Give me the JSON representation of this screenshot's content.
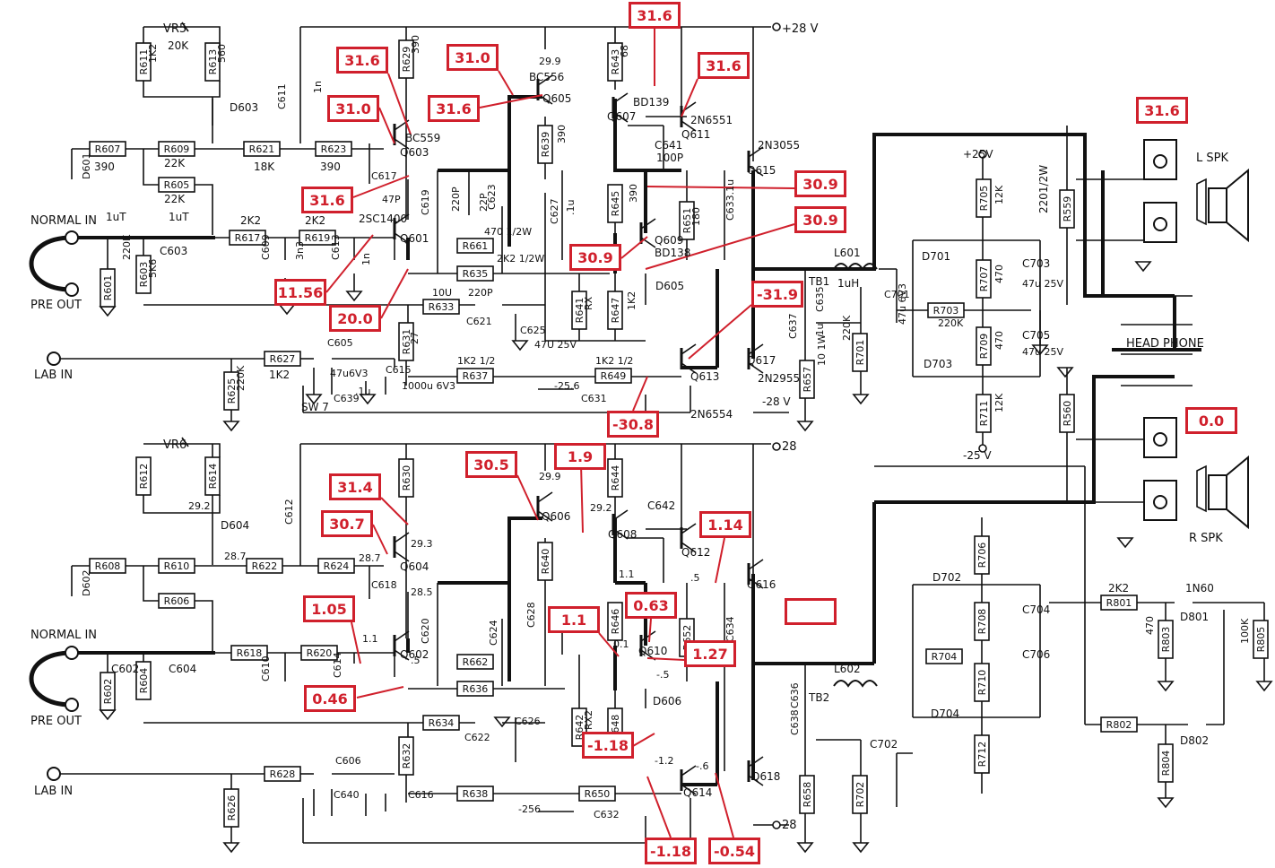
{
  "annotation_color": "#d0202c",
  "labels": {
    "normal_in_l": "NORMAL IN",
    "normal_in_r": "NORMAL IN",
    "pre_out_l": "PRE OUT",
    "pre_out_r": "PRE OUT",
    "lab_in_l": "LAB IN",
    "lab_in_r": "LAB IN",
    "head_phone": "HEAD PHONE",
    "l_spk": "L SPK",
    "r_spk": "R SPK",
    "sw7": "SW 7",
    "plus28v": "+28 V",
    "plus28": "28",
    "minus28v": "-28 V",
    "minus28": "28",
    "plus25v": "+25V",
    "minus25v": "-25 V",
    "tb1": "TB1",
    "tb2": "TB2",
    "l601": "L601",
    "l601_val": "1uH",
    "l602": "L602",
    "r2201": "2201/2W"
  },
  "resistors": [
    {
      "id": "r611",
      "label": "R611"
    },
    {
      "id": "r613",
      "label": "R613"
    },
    {
      "id": "r629",
      "label": "R629"
    },
    {
      "id": "r643",
      "label": "R643"
    },
    {
      "id": "r607",
      "label": "R607"
    },
    {
      "id": "r609",
      "label": "R609"
    },
    {
      "id": "r621",
      "label": "R621"
    },
    {
      "id": "r623",
      "label": "R623"
    },
    {
      "id": "r605",
      "label": "R605"
    },
    {
      "id": "r617",
      "label": "R617"
    },
    {
      "id": "r619",
      "label": "R619"
    },
    {
      "id": "r601",
      "label": "R601"
    },
    {
      "id": "r603",
      "label": "R603"
    },
    {
      "id": "r639",
      "label": "R639"
    },
    {
      "id": "r645",
      "label": "R645"
    },
    {
      "id": "r651",
      "label": "R651"
    },
    {
      "id": "r661",
      "label": "R661"
    },
    {
      "id": "r635",
      "label": "R635"
    },
    {
      "id": "r633",
      "label": "R633"
    },
    {
      "id": "r641",
      "label": "R641"
    },
    {
      "id": "r647",
      "label": "R647"
    },
    {
      "id": "r631",
      "label": "R631"
    },
    {
      "id": "r627",
      "label": "R627"
    },
    {
      "id": "r625",
      "label": "R625"
    },
    {
      "id": "r637",
      "label": "R637"
    },
    {
      "id": "r649",
      "label": "R649"
    },
    {
      "id": "r657",
      "label": "R657"
    },
    {
      "id": "r705",
      "label": "R705"
    },
    {
      "id": "r707",
      "label": "R707"
    },
    {
      "id": "r703",
      "label": "R703"
    },
    {
      "id": "r709",
      "label": "R709"
    },
    {
      "id": "r711",
      "label": "R711"
    },
    {
      "id": "r701",
      "label": "R701"
    },
    {
      "id": "r559",
      "label": "R559"
    },
    {
      "id": "r560",
      "label": "R560"
    },
    {
      "id": "r612",
      "label": "R612"
    },
    {
      "id": "r614",
      "label": "R614"
    },
    {
      "id": "r630",
      "label": "R630"
    },
    {
      "id": "r644",
      "label": "R644"
    },
    {
      "id": "r608",
      "label": "R608"
    },
    {
      "id": "r610",
      "label": "R610"
    },
    {
      "id": "r622",
      "label": "R622"
    },
    {
      "id": "r624",
      "label": "R624"
    },
    {
      "id": "r606",
      "label": "R606"
    },
    {
      "id": "r618",
      "label": "R618"
    },
    {
      "id": "r620",
      "label": "R620"
    },
    {
      "id": "r602",
      "label": "R602"
    },
    {
      "id": "r604",
      "label": "R604"
    },
    {
      "id": "r640",
      "label": "R640"
    },
    {
      "id": "r646",
      "label": "R646"
    },
    {
      "id": "r652",
      "label": "R652"
    },
    {
      "id": "r662",
      "label": "R662"
    },
    {
      "id": "r636",
      "label": "R636"
    },
    {
      "id": "r634",
      "label": "R634"
    },
    {
      "id": "r642",
      "label": "R642"
    },
    {
      "id": "r648",
      "label": "R648"
    },
    {
      "id": "r632",
      "label": "R632"
    },
    {
      "id": "r628",
      "label": "R628"
    },
    {
      "id": "r626",
      "label": "R626"
    },
    {
      "id": "r638",
      "label": "R638"
    },
    {
      "id": "r650",
      "label": "R650"
    },
    {
      "id": "r658",
      "label": "R658"
    },
    {
      "id": "r702",
      "label": "R702"
    },
    {
      "id": "r706",
      "label": "R706"
    },
    {
      "id": "r708",
      "label": "R708"
    },
    {
      "id": "r704",
      "label": "R704"
    },
    {
      "id": "r710",
      "label": "R710"
    },
    {
      "id": "r712",
      "label": "R712"
    },
    {
      "id": "r801",
      "label": "R801"
    },
    {
      "id": "r803",
      "label": "R803"
    },
    {
      "id": "r805",
      "label": "R805"
    },
    {
      "id": "r802",
      "label": "R802"
    },
    {
      "id": "r804",
      "label": "R804"
    }
  ],
  "component_text": [
    {
      "id": "vr5",
      "text": "VR5"
    },
    {
      "id": "vr5v",
      "text": "20K"
    },
    {
      "id": "r611v",
      "text": "1K2"
    },
    {
      "id": "r613v",
      "text": "560"
    },
    {
      "id": "r629v",
      "text": "390"
    },
    {
      "id": "r643v",
      "text": "68"
    },
    {
      "id": "d603",
      "text": "D603"
    },
    {
      "id": "c611",
      "text": "C611"
    },
    {
      "id": "c611v",
      "text": "1n"
    },
    {
      "id": "q603",
      "text": "Q603"
    },
    {
      "id": "bc559",
      "text": "BC559"
    },
    {
      "id": "q605",
      "text": "Q605"
    },
    {
      "id": "bc556",
      "text": "BC556"
    },
    {
      "id": "v299",
      "text": "29.9"
    },
    {
      "id": "q607",
      "text": "Q607"
    },
    {
      "id": "bd139",
      "text": "BD139"
    },
    {
      "id": "q611",
      "text": "Q611"
    },
    {
      "id": "n6551",
      "text": "2N6551"
    },
    {
      "id": "c641",
      "text": "C641"
    },
    {
      "id": "c641v",
      "text": "100P"
    },
    {
      "id": "q615",
      "text": "Q615"
    },
    {
      "id": "n3055",
      "text": "2N3055"
    },
    {
      "id": "r607v",
      "text": "390"
    },
    {
      "id": "r609v",
      "text": "22K"
    },
    {
      "id": "r621v",
      "text": "18K"
    },
    {
      "id": "r623v",
      "text": "390"
    },
    {
      "id": "r605v",
      "text": "22K"
    },
    {
      "id": "d601",
      "text": "D601"
    },
    {
      "id": "c617",
      "text": "C617"
    },
    {
      "id": "c617v",
      "text": "47P"
    },
    {
      "id": "sc1400",
      "text": "2SC1400"
    },
    {
      "id": "q601",
      "text": "Q601"
    },
    {
      "id": "c619",
      "text": "C619"
    },
    {
      "id": "c619v",
      "text": "220P"
    },
    {
      "id": "c623",
      "text": "C623"
    },
    {
      "id": "c623v",
      "text": "22P"
    },
    {
      "id": "c627",
      "text": "C627"
    },
    {
      "id": "c627v",
      "text": ".1u"
    },
    {
      "id": "r639v",
      "text": "390"
    },
    {
      "id": "r645v",
      "text": "390"
    },
    {
      "id": "r651v",
      "text": "180"
    },
    {
      "id": "c633",
      "text": "C633.1u"
    },
    {
      "id": "r661v",
      "text": "470 1/2W"
    },
    {
      "id": "r635v",
      "text": "2K2 1/2W"
    },
    {
      "id": "q609",
      "text": "Q609"
    },
    {
      "id": "bd138",
      "text": "BD138"
    },
    {
      "id": "d605",
      "text": "D605"
    },
    {
      "id": "c1u",
      "text": "1uT"
    },
    {
      "id": "c603",
      "text": "C603"
    },
    {
      "id": "c603v",
      "text": "1uT"
    },
    {
      "id": "r617v",
      "text": "2K2"
    },
    {
      "id": "r619v",
      "text": "2K2"
    },
    {
      "id": "c601v",
      "text": "220K"
    },
    {
      "id": "r603v",
      "text": "5K6"
    },
    {
      "id": "c609",
      "text": "C609"
    },
    {
      "id": "c609v",
      "text": "3n3"
    },
    {
      "id": "c613",
      "text": "C613"
    },
    {
      "id": "c613v",
      "text": "1n"
    },
    {
      "id": "r633v",
      "text": "10U"
    },
    {
      "id": "c621",
      "text": "C621"
    },
    {
      "id": "c621v",
      "text": "220P"
    },
    {
      "id": "c625",
      "text": "C625"
    },
    {
      "id": "c625v",
      "text": "47U 25V"
    },
    {
      "id": "rx",
      "text": "RX"
    },
    {
      "id": "r647v",
      "text": "1K2"
    },
    {
      "id": "r631v",
      "text": "27"
    },
    {
      "id": "c605",
      "text": "C605"
    },
    {
      "id": "c605v",
      "text": "47u6V3"
    },
    {
      "id": "c615",
      "text": "C615"
    },
    {
      "id": "c615v",
      "text": "1000u 6V3"
    },
    {
      "id": "c639",
      "text": "C639"
    },
    {
      "id": "c639v",
      "text": ".1u"
    },
    {
      "id": "r627v",
      "text": "1K2"
    },
    {
      "id": "r625v",
      "text": "220K"
    },
    {
      "id": "r637v",
      "text": "1K2 1/2"
    },
    {
      "id": "r649v",
      "text": "1K2 1/2"
    },
    {
      "id": "v256",
      "text": "-25.6"
    },
    {
      "id": "c631",
      "text": "C631"
    },
    {
      "id": "q613",
      "text": "Q613"
    },
    {
      "id": "n6554",
      "text": "2N6554"
    },
    {
      "id": "q617",
      "text": "Q617"
    },
    {
      "id": "n2955",
      "text": "2N2955"
    },
    {
      "id": "c637",
      "text": "C637"
    },
    {
      "id": "c637v",
      "text": ".1u"
    },
    {
      "id": "r657v",
      "text": "10 1W"
    },
    {
      "id": "c635",
      "text": "C635"
    },
    {
      "id": "c701",
      "text": "C701"
    },
    {
      "id": "c701v",
      "text": "47u 6V3"
    },
    {
      "id": "r703v",
      "text": "220K"
    },
    {
      "id": "r701v",
      "text": "220K"
    },
    {
      "id": "r705v",
      "text": "12K"
    },
    {
      "id": "d701",
      "text": "D701"
    },
    {
      "id": "r707v",
      "text": "470"
    },
    {
      "id": "c703",
      "text": "C703"
    },
    {
      "id": "c703v",
      "text": "47u 25V"
    },
    {
      "id": "r709v",
      "text": "470"
    },
    {
      "id": "c705",
      "text": "C705"
    },
    {
      "id": "c705v",
      "text": "47u 25V"
    },
    {
      "id": "d703",
      "text": "D703"
    },
    {
      "id": "r711v",
      "text": "12K"
    },
    {
      "id": "vr6",
      "text": "VR6"
    },
    {
      "id": "v292",
      "text": "29.2"
    },
    {
      "id": "d604",
      "text": "D604"
    },
    {
      "id": "c612",
      "text": "C612"
    },
    {
      "id": "v287",
      "text": "28.7"
    },
    {
      "id": "v287b",
      "text": "28.7"
    },
    {
      "id": "v293",
      "text": "29.3"
    },
    {
      "id": "q604",
      "text": "Q604"
    },
    {
      "id": "c618",
      "text": "C618"
    },
    {
      "id": "v285",
      "text": "28.5"
    },
    {
      "id": "q606",
      "text": "Q606"
    },
    {
      "id": "v299b",
      "text": "29.9"
    },
    {
      "id": "v292b",
      "text": "29.2"
    },
    {
      "id": "q608",
      "text": "Q608"
    },
    {
      "id": "c642",
      "text": "C642"
    },
    {
      "id": "q612",
      "text": "Q612"
    },
    {
      "id": "q616",
      "text": "Q616"
    },
    {
      "id": "v11a",
      "text": "1.1"
    },
    {
      "id": "v05a",
      "text": ".5"
    },
    {
      "id": "c634",
      "text": "C634"
    },
    {
      "id": "d602",
      "text": "D602"
    },
    {
      "id": "c602",
      "text": "C602"
    },
    {
      "id": "c604",
      "text": "C604"
    },
    {
      "id": "c610",
      "text": "C610"
    },
    {
      "id": "c614",
      "text": "C614"
    },
    {
      "id": "v11b",
      "text": "1.1"
    },
    {
      "id": "q602",
      "text": "Q602"
    },
    {
      "id": "c620",
      "text": "C620"
    },
    {
      "id": "c624",
      "text": "C624"
    },
    {
      "id": "c628",
      "text": "C628"
    },
    {
      "id": "v05b",
      "text": ".5"
    },
    {
      "id": "q610",
      "text": "Q610"
    },
    {
      "id": "v01",
      "text": "0.1"
    },
    {
      "id": "vm5",
      "text": "-.5"
    },
    {
      "id": "d606",
      "text": "D606"
    },
    {
      "id": "c622",
      "text": "C622"
    },
    {
      "id": "c626",
      "text": "C626"
    },
    {
      "id": "rx2",
      "text": "RX2"
    },
    {
      "id": "v12",
      "text": "-1.2"
    },
    {
      "id": "vm6",
      "text": "-.6"
    },
    {
      "id": "q614",
      "text": "Q614"
    },
    {
      "id": "q618",
      "text": "Q618"
    },
    {
      "id": "c636",
      "text": "C636"
    },
    {
      "id": "c638",
      "text": "C638"
    },
    {
      "id": "c606",
      "text": "C606"
    },
    {
      "id": "c640",
      "text": "C640"
    },
    {
      "id": "c616",
      "text": "C616"
    },
    {
      "id": "v256b",
      "text": "-256"
    },
    {
      "id": "c632",
      "text": "C632"
    },
    {
      "id": "c702",
      "text": "C702"
    },
    {
      "id": "d702",
      "text": "D702"
    },
    {
      "id": "c704",
      "text": "C704"
    },
    {
      "id": "c706",
      "text": "C706"
    },
    {
      "id": "d704",
      "text": "D704"
    },
    {
      "id": "r801v",
      "text": "2K2"
    },
    {
      "id": "n60",
      "text": "1N60"
    },
    {
      "id": "d801",
      "text": "D801"
    },
    {
      "id": "r803v",
      "text": "470"
    },
    {
      "id": "r805v",
      "text": "100K"
    },
    {
      "id": "d802",
      "text": "D802"
    }
  ],
  "voltage_annotations": [
    {
      "id": "a1",
      "value": "31.6"
    },
    {
      "id": "a2",
      "value": "31.0"
    },
    {
      "id": "a3",
      "value": "31.6"
    },
    {
      "id": "a4",
      "value": "31.6"
    },
    {
      "id": "a5",
      "value": "31.0"
    },
    {
      "id": "a6",
      "value": "31.6"
    },
    {
      "id": "a7",
      "value": "31.6"
    },
    {
      "id": "a8",
      "value": "30.9"
    },
    {
      "id": "a9",
      "value": "30.9"
    },
    {
      "id": "a10",
      "value": "30.9"
    },
    {
      "id": "a11",
      "value": "11.56"
    },
    {
      "id": "a12",
      "value": "20.0"
    },
    {
      "id": "a13",
      "value": "-31.9"
    },
    {
      "id": "a14",
      "value": "-30.8"
    },
    {
      "id": "a15",
      "value": "31.6"
    },
    {
      "id": "a16",
      "value": "0.0"
    },
    {
      "id": "a17",
      "value": "1.9"
    },
    {
      "id": "a18",
      "value": "30.5"
    },
    {
      "id": "a19",
      "value": "31.4"
    },
    {
      "id": "a20",
      "value": "30.7"
    },
    {
      "id": "a21",
      "value": "1.14"
    },
    {
      "id": "a22",
      "value": "1.05"
    },
    {
      "id": "a23",
      "value": "1.1"
    },
    {
      "id": "a24",
      "value": "0.63"
    },
    {
      "id": "a25",
      "value": "1.27"
    },
    {
      "id": "a26",
      "value": "0.46"
    },
    {
      "id": "a27",
      "value": "-1.18"
    },
    {
      "id": "a28",
      "value": "-1.18"
    },
    {
      "id": "a29",
      "value": "-0.54"
    },
    {
      "id": "a30",
      "value": ""
    }
  ]
}
